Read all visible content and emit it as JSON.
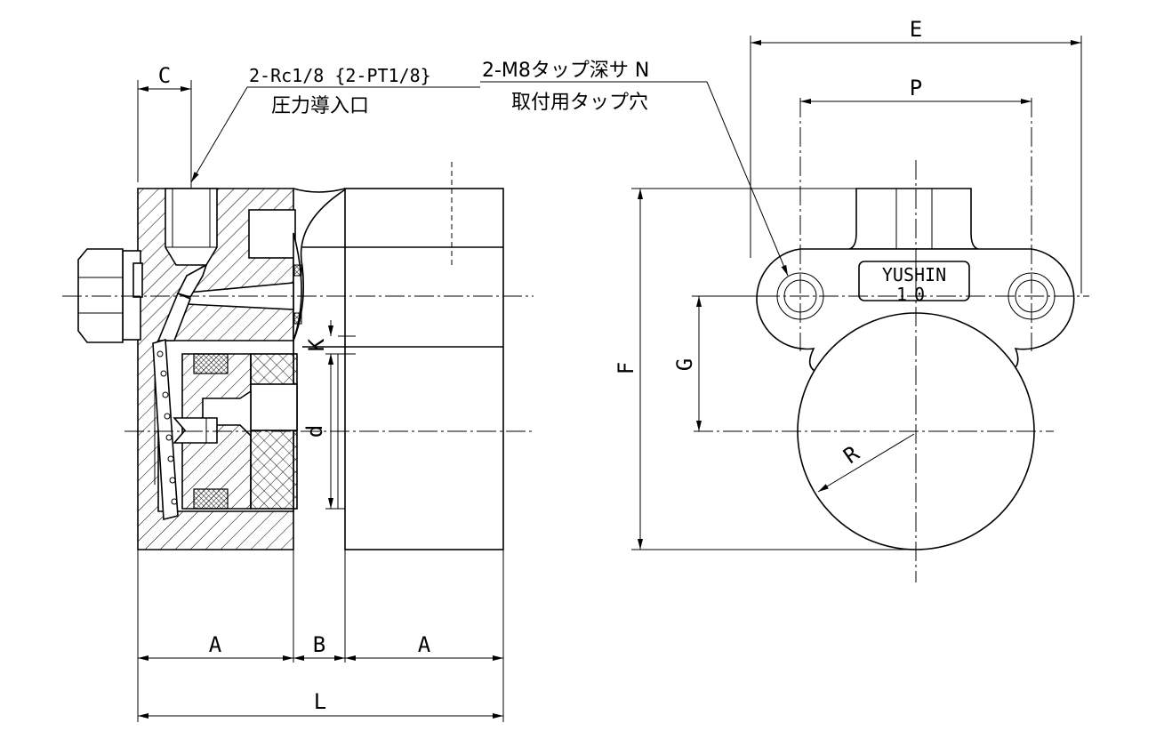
{
  "callouts": {
    "pressure_port_spec": "2-Rc1/8 {2-PT1/8}",
    "pressure_port_name": "圧力導入口",
    "mount_tap_spec": "2-M8タップ深サ N",
    "mount_tap_name": "取付用タップ穴"
  },
  "nameplate": {
    "brand": "YUSHIN",
    "model": "10"
  },
  "dimensions": {
    "A_left": "A",
    "B": "B",
    "A_right": "A",
    "L": "L",
    "C": "C",
    "K": "K",
    "d": "d",
    "E": "E",
    "P": "P",
    "F": "F",
    "G": "G",
    "R": "R"
  },
  "colors": {
    "line": "#000000",
    "background": "#ffffff"
  }
}
